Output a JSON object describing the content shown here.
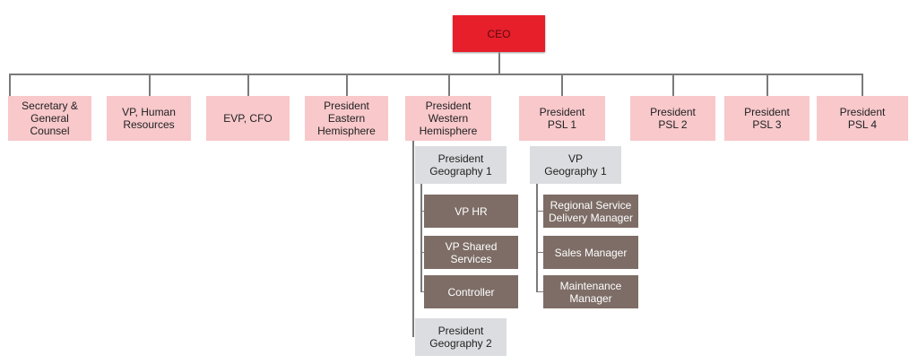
{
  "ceo": "CEO",
  "top_row": [
    "Secretary &\nGeneral Counsel",
    "VP, Human\nResources",
    "EVP, CFO",
    "President\nEastern\nHemisphere",
    "President\nWestern\nHemisphere",
    "President\nPSL 1",
    "President\nPSL 2",
    "President\nPSL 3",
    "President\nPSL 4"
  ],
  "western": {
    "geo1": "President\nGeography 1",
    "geo1_reports": [
      "VP HR",
      "VP Shared\nServices",
      "Controller"
    ],
    "geo2": "President\nGeography 2"
  },
  "psl1": {
    "geo1": "VP\nGeography 1",
    "geo1_reports": [
      "Regional Service\nDelivery Manager",
      "Sales Manager",
      "Maintenance\nManager"
    ]
  },
  "colors": {
    "ceo": "#e61f2b",
    "top": "#f8c8cb",
    "mid": "#dcdde0",
    "leaf": "#7d6d66",
    "line": "#7a7a7a"
  }
}
